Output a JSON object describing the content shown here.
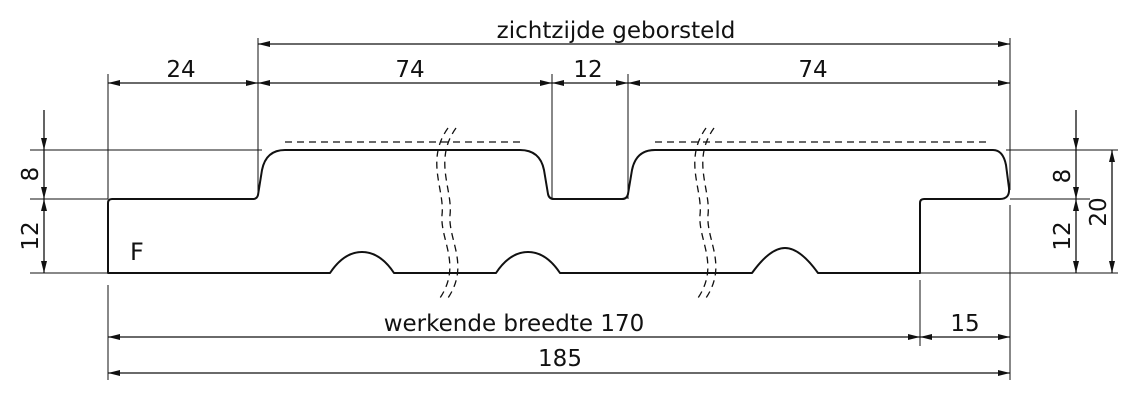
{
  "labels": {
    "top_title": "zichtzijde geborsteld",
    "dim_24": "24",
    "dim_74_left": "74",
    "dim_12_top": "12",
    "dim_74_right": "74",
    "dim_8_left": "8",
    "dim_12_left": "12",
    "dim_8_right": "8",
    "dim_12_right": "12",
    "dim_20_right": "20",
    "letter_f": "F",
    "working_width": "werkende breedte 170",
    "dim_15": "15",
    "total_width": "185"
  }
}
